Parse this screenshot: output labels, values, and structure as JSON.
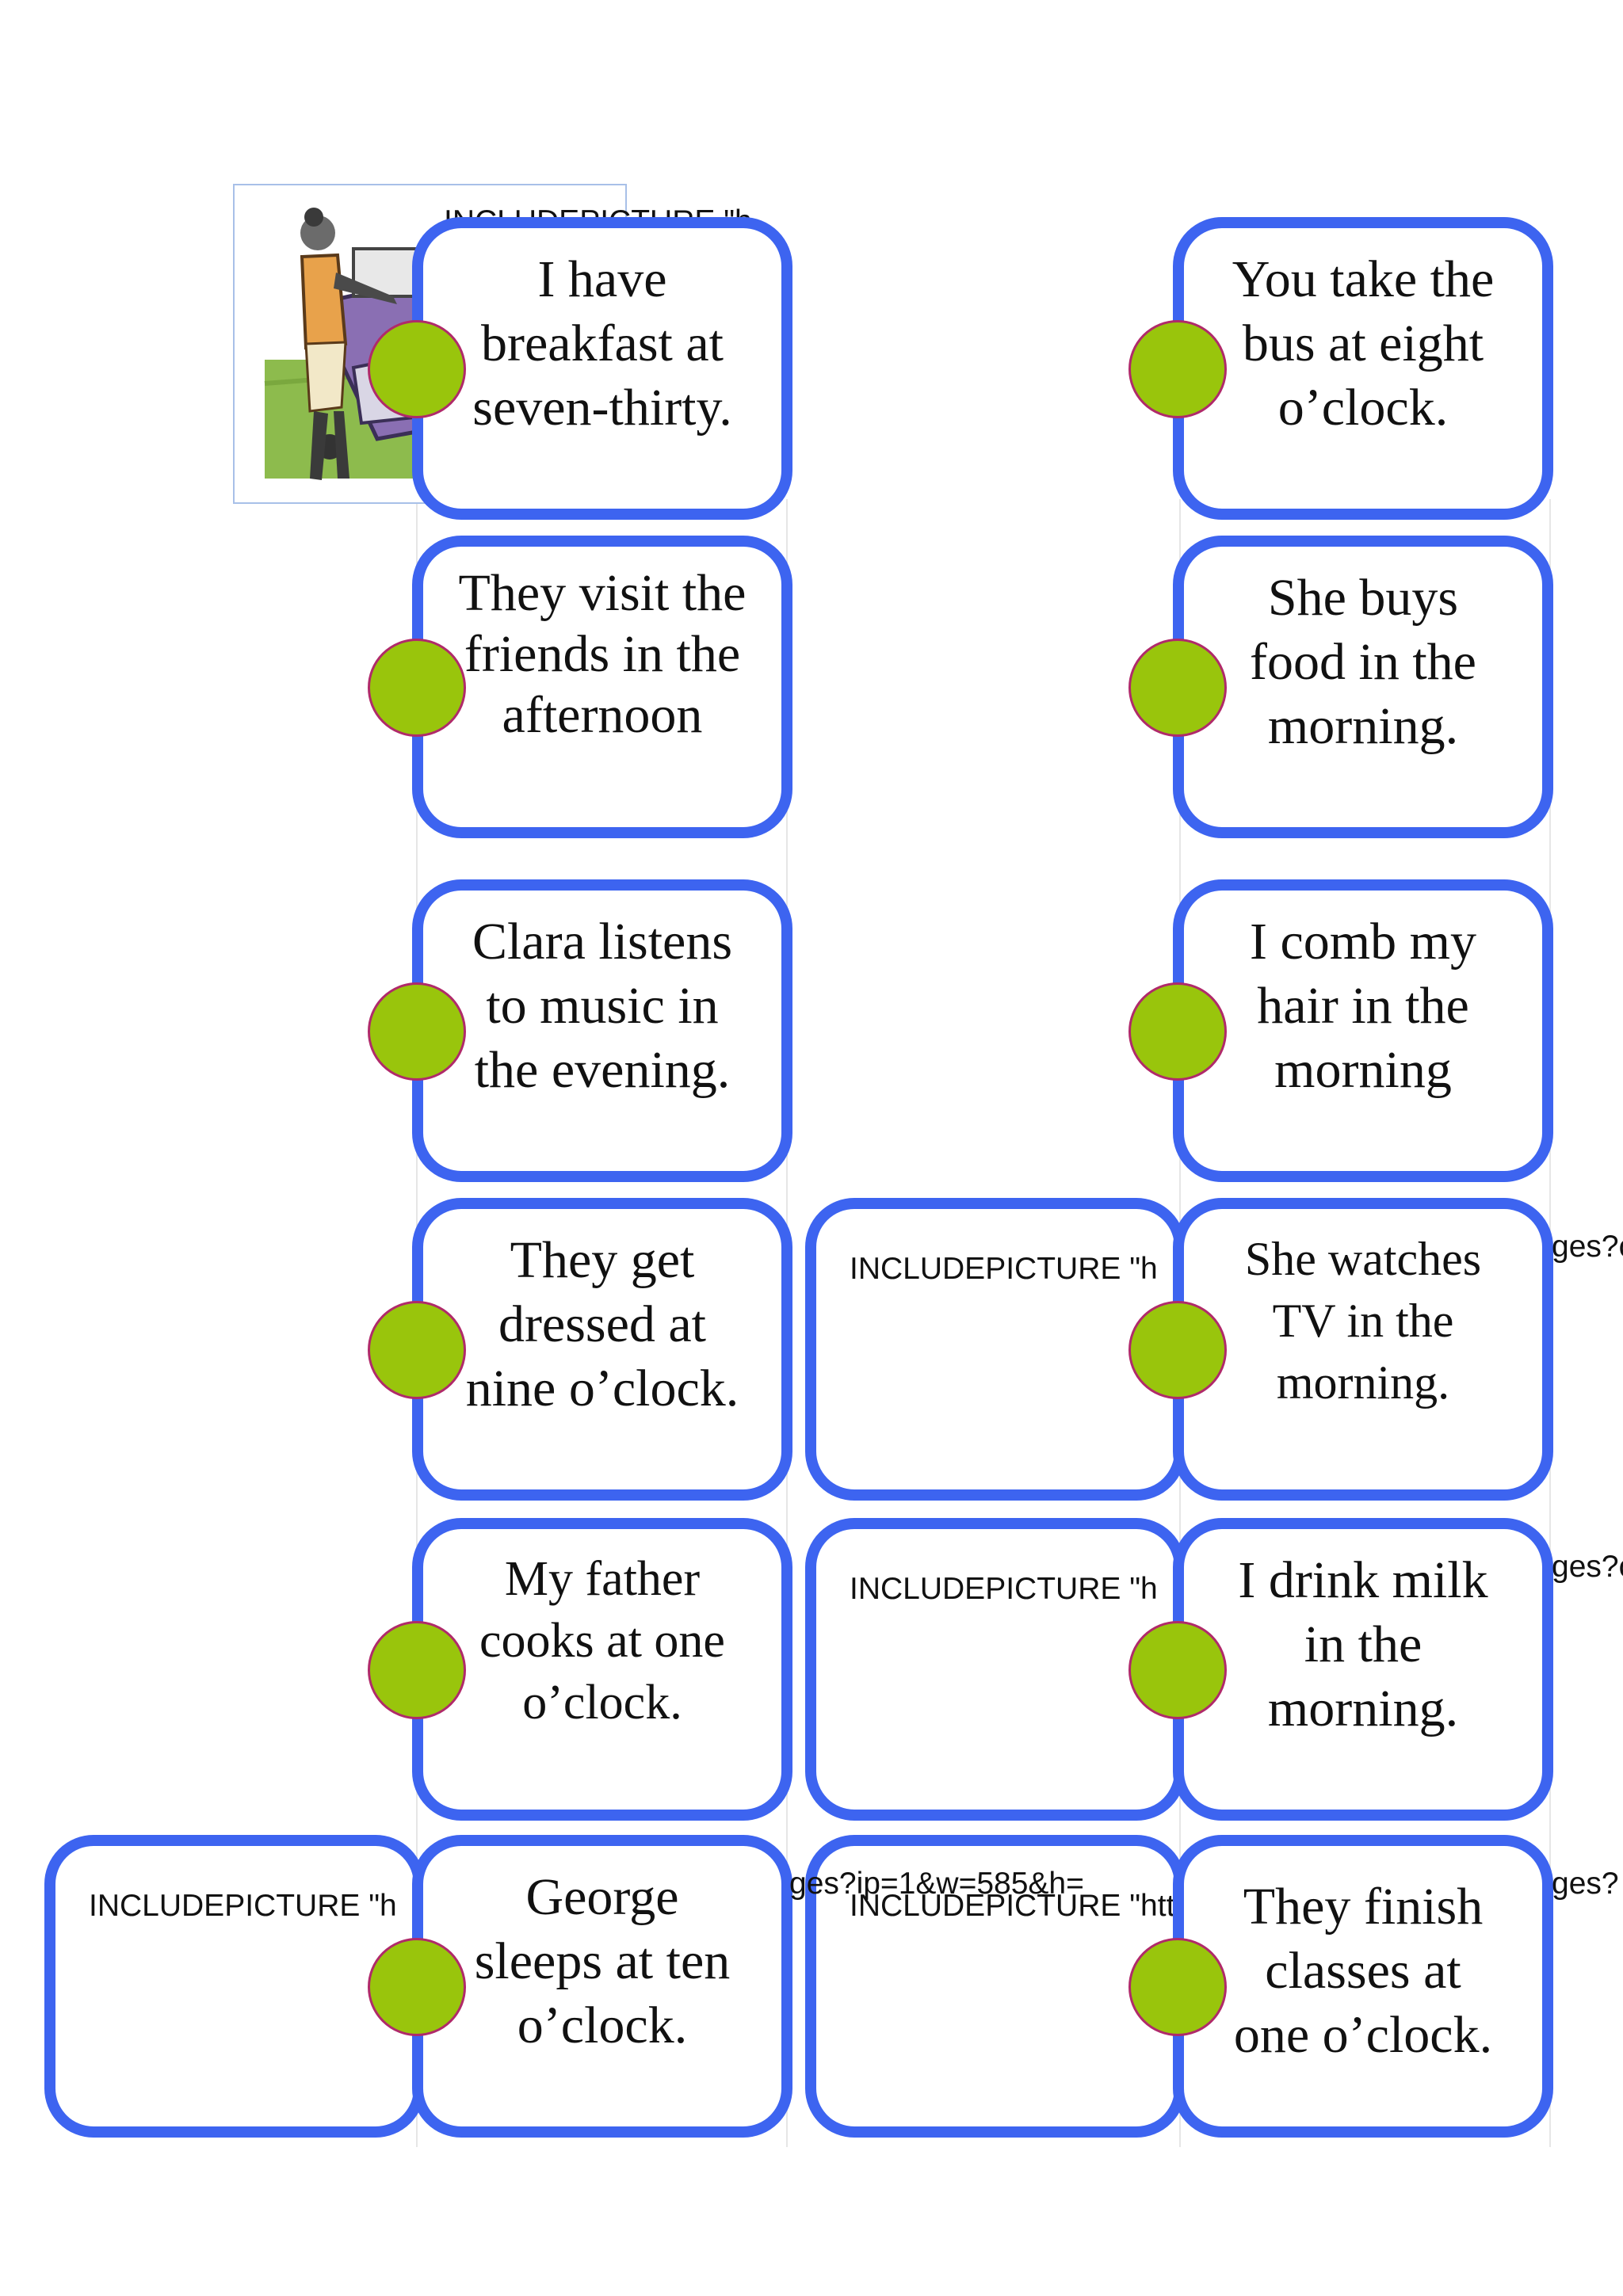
{
  "cards": {
    "c1": "I have\nbreakfast at\nseven-thirty.",
    "c2": "You take the\nbus at eight\no’clock.",
    "c3": "They visit the\nfriends in the\nafternoon",
    "c4": "She buys\nfood in the\nmorning.",
    "c5": "Clara listens\nto music in\nthe evening.",
    "c6": "I comb my\nhair in the\nmorning",
    "c7": "They get\ndressed at\nnine o’clock.",
    "c8": "She watches\nTV in the\nmorning.",
    "c9": "My father\ncooks at one\no’clock.",
    "c10": "I drink milk\nin the\nmorning.",
    "c11": "George\nsleeps at ten\no’clock.",
    "c12": "They finish\nclasses at\none o’clock."
  },
  "fields": {
    "f1": "INCLUDEPICTURE \"h",
    "f2": "INCLUDEPICTURE \"h",
    "f3": "INCLUDEPICTURE \"h",
    "f4": "INCLUDEPICTURE \"http://www.ecu.edu/cs-cas/",
    "tail1": "ges?c",
    "tail2": "ges?c",
    "tail3": "ges?ip=1&w=585&h=",
    "tail4": "ges?",
    "overlap": "INCLUDEPICTURE \"h"
  },
  "colors": {
    "card_border": "#3d64f0",
    "dot_fill": "#99c50c",
    "dot_border": "#b02a6a"
  }
}
